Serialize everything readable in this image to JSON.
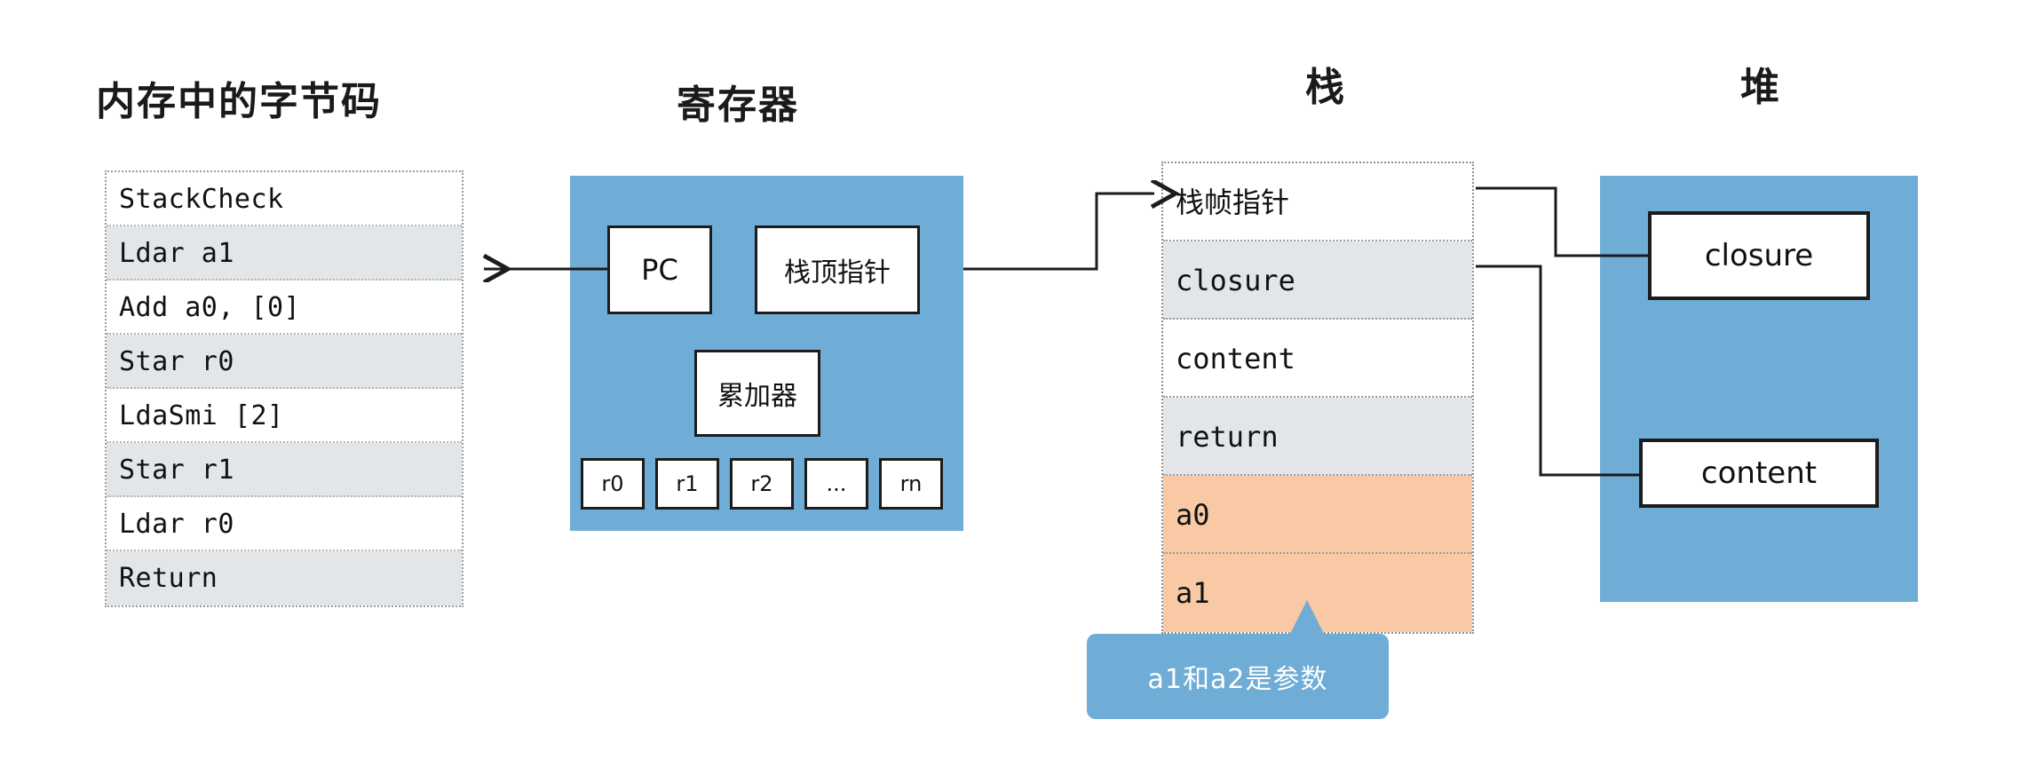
{
  "columns": {
    "bytecode_title": "内存中的字节码",
    "register_title": "寄存器",
    "stack_title": "栈",
    "heap_title": "堆"
  },
  "bytecode": {
    "rows": [
      {
        "text": "StackCheck",
        "shaded": false
      },
      {
        "text": "Ldar a1",
        "shaded": true
      },
      {
        "text": "Add a0, [0]",
        "shaded": false
      },
      {
        "text": "Star r0",
        "shaded": true
      },
      {
        "text": "LdaSmi [2]",
        "shaded": false
      },
      {
        "text": "Star r1",
        "shaded": true
      },
      {
        "text": "Ldar r0",
        "shaded": false
      },
      {
        "text": "Return",
        "shaded": true
      }
    ]
  },
  "register": {
    "pc_label": "PC",
    "stack_pointer_label": "栈顶指针",
    "accumulator_label": "累加器",
    "registers": [
      "r0",
      "r1",
      "r2",
      "...",
      "rn"
    ]
  },
  "stack": {
    "rows": [
      {
        "text": "栈帧指针",
        "style": "plain",
        "script": "cjk"
      },
      {
        "text": "closure",
        "style": "shaded",
        "script": "mono"
      },
      {
        "text": "content",
        "style": "plain",
        "script": "mono"
      },
      {
        "text": "return",
        "style": "shaded",
        "script": "mono"
      },
      {
        "text": "a0",
        "style": "arg",
        "script": "mono"
      },
      {
        "text": "a1",
        "style": "arg",
        "script": "mono"
      }
    ]
  },
  "heap": {
    "boxes": [
      {
        "label": "closure"
      },
      {
        "label": "content"
      }
    ]
  },
  "callout": {
    "text": "a1和a2是参数"
  },
  "colors": {
    "panel_blue": "#6FACD6",
    "row_gray": "#e3e6e8",
    "arg_orange": "#F8C9A4",
    "stroke": "#1c1c1c",
    "dotted_border": "#9b9b9b",
    "callout_text": "#ffffff"
  }
}
